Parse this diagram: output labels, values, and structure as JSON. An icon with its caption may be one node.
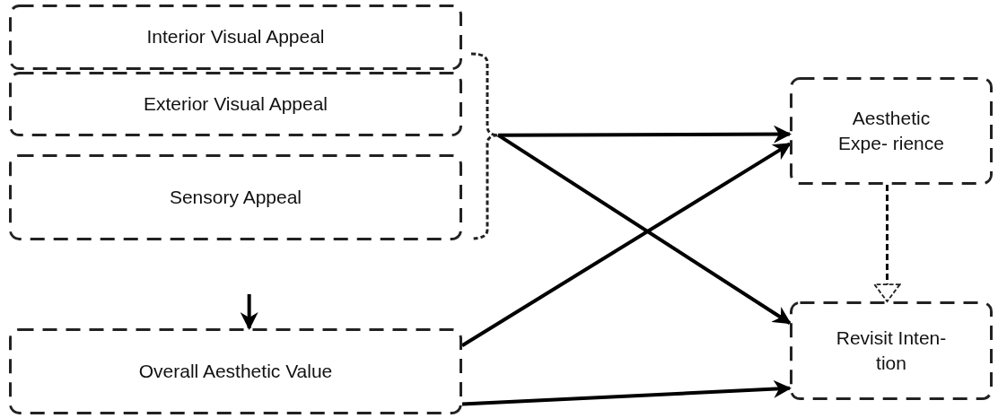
{
  "diagram": {
    "nodes": [
      {
        "text": [
          "Interior Visual Appeal"
        ]
      },
      {
        "text": [
          "Exterior Visual Appeal"
        ]
      },
      {
        "text": [
          "Sensory Appeal"
        ]
      },
      {
        "text": [
          "Overall Aesthetic Value"
        ]
      },
      {
        "text": [
          "Aesthetic Expe- rience"
        ]
      },
      {
        "text": [
          "Revisit Inten- tion"
        ]
      },
      {
        "text": [],
        "shape": "bracket"
      }
    ],
    "edges": [
      {
        "from": 6,
        "to": 4,
        "arrow": "to"
      },
      {
        "from": 6,
        "to": 5,
        "arrow": "to"
      },
      {
        "from": 3,
        "to": 4,
        "arrow": "to"
      },
      {
        "from": 3,
        "to": 5,
        "arrow": "to"
      },
      {
        "from": null,
        "to": 3,
        "arrow": "to"
      },
      {
        "from": 4,
        "to": 5,
        "arrow": "to",
        "style": "dashed"
      }
    ]
  }
}
